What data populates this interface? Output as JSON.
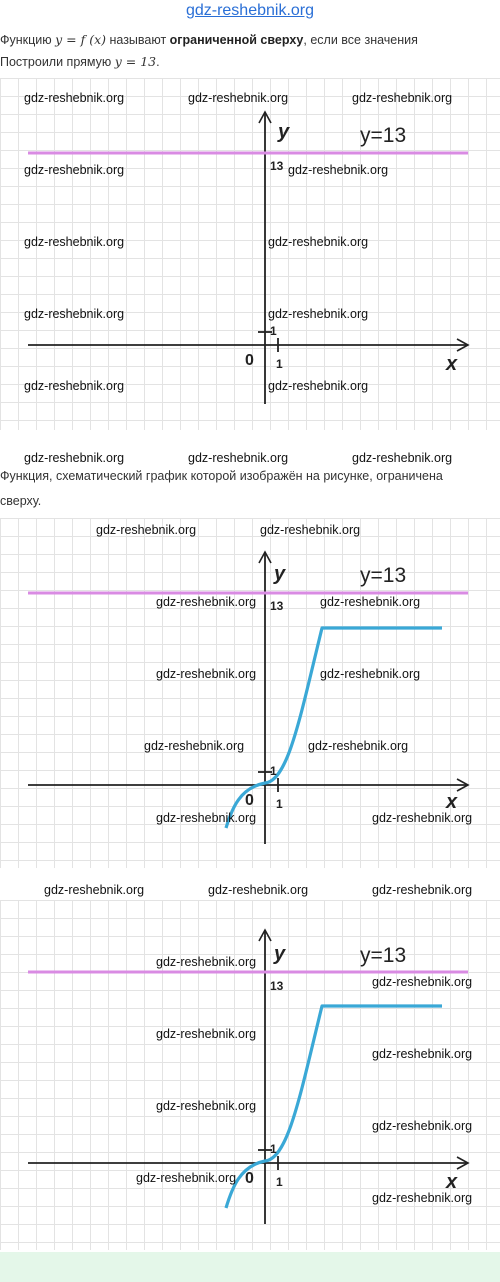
{
  "site_header": "gdz-reshebnik.org",
  "paragraph1": {
    "prefix": "Функцию ",
    "formula": "y = f (x)",
    "middle": " называют ",
    "bold": "ограниченной сверху",
    "suffix": ", если все значения"
  },
  "paragraph2": {
    "prefix": "Построили прямую ",
    "formula": "y = 13",
    "suffix": "."
  },
  "paragraph3": {
    "line1": "Функция, схематический график которой изображён на рисунке, ограничена",
    "line2": "сверху."
  },
  "graph_labels": {
    "line_label": "y=13",
    "y_axis": "y",
    "x_axis": "x",
    "thirteen": "13",
    "one_y": "1",
    "one_x": "1",
    "zero": "0"
  },
  "watermark": "gdz-reshebnik.org",
  "colors": {
    "line": "#d98be3",
    "curve": "#3aa8d6",
    "axis": "#222222",
    "link": "#2a6fd6"
  }
}
